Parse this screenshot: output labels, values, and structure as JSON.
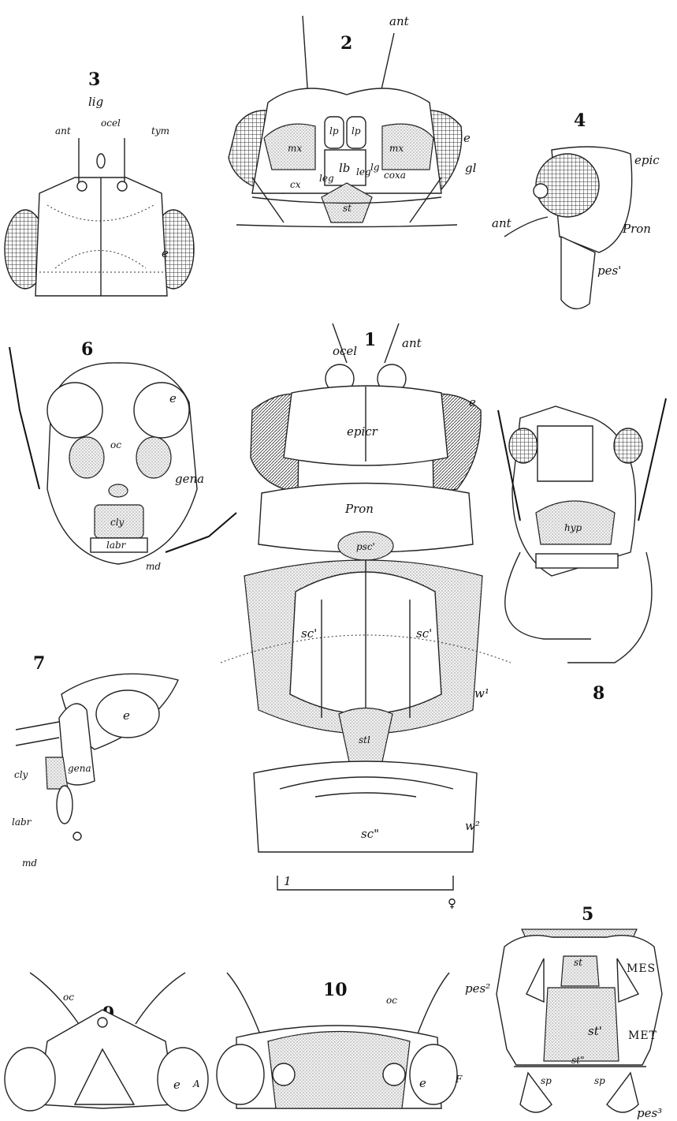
{
  "plate": {
    "figures": {
      "f1": {
        "number": "1",
        "labels": {
          "ocel": "ocel",
          "ant": "ant",
          "e": "e",
          "epicr": "epicr",
          "pron": "Pron",
          "psc": "psc'",
          "sc_left": "sc'",
          "sc_right": "sc'",
          "w1": "w¹",
          "stl": "stl",
          "w2": "w²",
          "sc2": "sc\"",
          "one": "1",
          "female": "♀"
        }
      },
      "f2": {
        "number": "2",
        "labels": {
          "ant": "ant",
          "lp1": "lp",
          "lp2": "lp",
          "mx1": "mx",
          "mx2": "mx",
          "lb": "lb",
          "e": "e",
          "gl": "gl",
          "cx": "cx",
          "leg1": "leg",
          "leg2": "leg",
          "lg": "lg",
          "coxa": "coxa",
          "st": "st"
        }
      },
      "f3": {
        "number": "3",
        "labels": {
          "lig": "lig",
          "ant": "ant",
          "ocel": "ocel",
          "tym": "tym",
          "e": "e"
        }
      },
      "f4": {
        "number": "4",
        "labels": {
          "epic": "epic",
          "ant": "ant",
          "pron": "Pron",
          "pes": "pes'"
        }
      },
      "f5": {
        "number": "5",
        "labels": {
          "st_top": "st",
          "mes": "MES",
          "pes2": "pes²",
          "st1": "st'",
          "met": "MET",
          "st2": "st\"",
          "sp1": "sp",
          "sp2": "sp",
          "pes3": "pes³"
        }
      },
      "f6": {
        "number": "6",
        "labels": {
          "e": "e",
          "oc": "oc",
          "gena": "gena",
          "cly": "cly",
          "labr": "labr",
          "md": "md"
        }
      },
      "f7": {
        "number": "7",
        "labels": {
          "e": "e",
          "gena": "gena",
          "cly": "cly",
          "labr": "labr",
          "md": "md"
        }
      },
      "f8": {
        "number": "8",
        "labels": {
          "hyp": "hyp"
        }
      },
      "f9": {
        "number": "9",
        "labels": {
          "oc": "oc",
          "e": "e",
          "a": "A"
        }
      },
      "f10": {
        "number": "10",
        "labels": {
          "oc": "oc",
          "e": "e",
          "f": "F"
        }
      }
    }
  }
}
